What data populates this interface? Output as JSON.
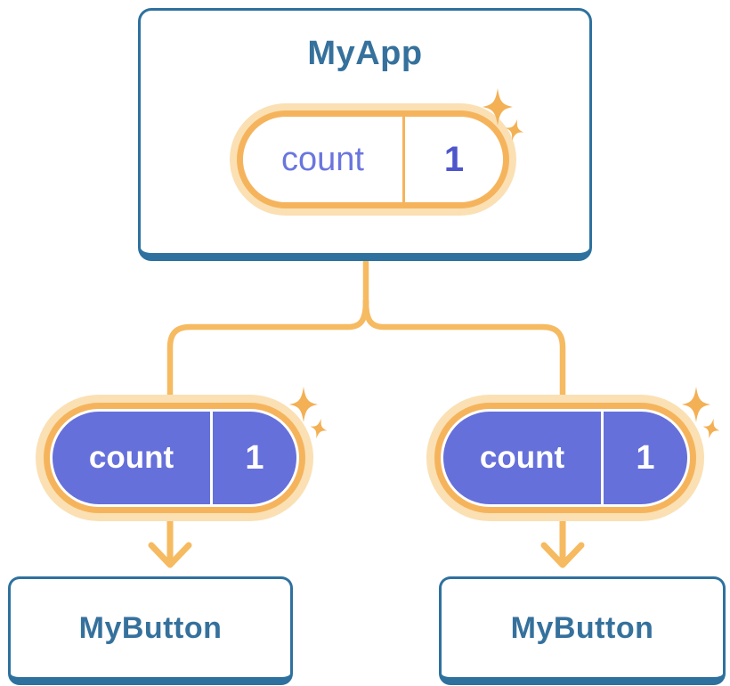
{
  "diagram": {
    "kind": "react-state-tree",
    "root": {
      "title": "MyApp",
      "state_pill": {
        "label": "count",
        "value": "1"
      }
    },
    "children": [
      {
        "title": "MyButton",
        "state_pill": {
          "label": "count",
          "value": "1"
        }
      },
      {
        "title": "MyButton",
        "state_pill": {
          "label": "count",
          "value": "1"
        }
      }
    ],
    "colors": {
      "blue_border": "#2e719e",
      "blue_text": "#35719c",
      "orange": "#f5b45c",
      "orange_halo": "#fbe0b4",
      "connector": "#f6ba61",
      "sparkle": "#f3b054",
      "purple_fill": "#6570da",
      "purple_label": "#6a76de",
      "purple_value": "#4e56cb",
      "card_bg": "#ffffff"
    }
  }
}
